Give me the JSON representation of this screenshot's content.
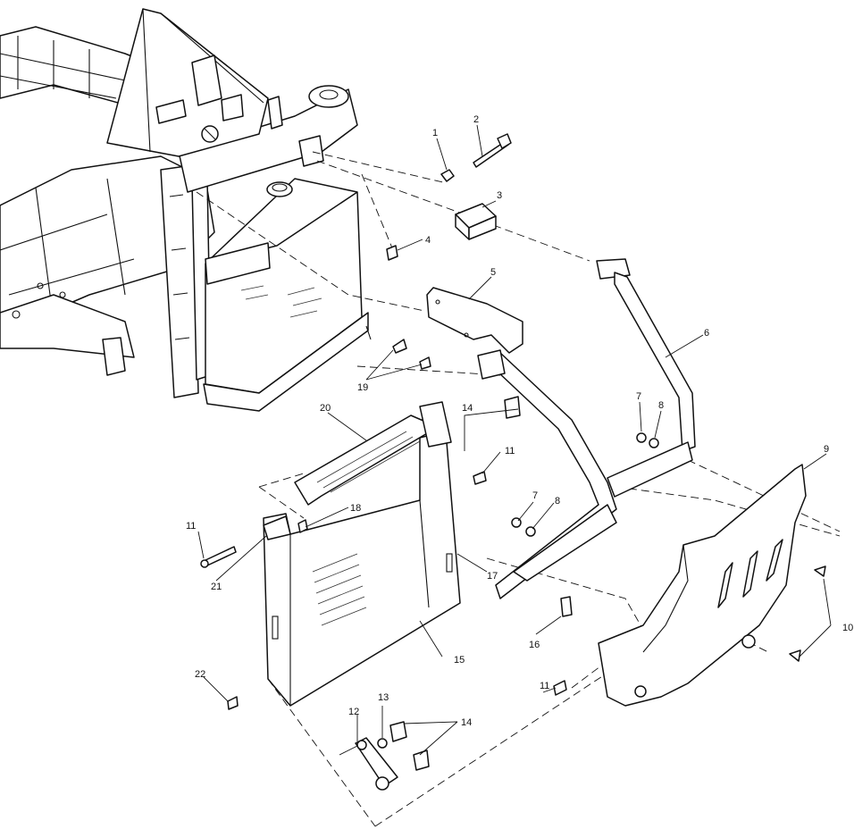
{
  "callouts": [
    "1",
    "2",
    "3",
    "4",
    "5",
    "6",
    "7",
    "8",
    "9",
    "10",
    "11",
    "12",
    "13",
    "14",
    "15",
    "16",
    "17",
    "18",
    "19",
    "20",
    "21",
    "22"
  ],
  "labels": {
    "n1": "1",
    "n2": "2",
    "n3": "3",
    "n4": "4",
    "n5": "5",
    "n6": "6",
    "n7a": "7",
    "n8a": "8",
    "n7b": "7",
    "n8b": "8",
    "n9": "9",
    "n10": "10",
    "n11a": "11",
    "n11b": "11",
    "n11c": "11",
    "n12": "12",
    "n13": "13",
    "n14a": "14",
    "n14b": "14",
    "n15": "15",
    "n16": "16",
    "n17": "17",
    "n18": "18",
    "n19": "19",
    "n20": "20",
    "n21": "21",
    "n22": "22"
  }
}
